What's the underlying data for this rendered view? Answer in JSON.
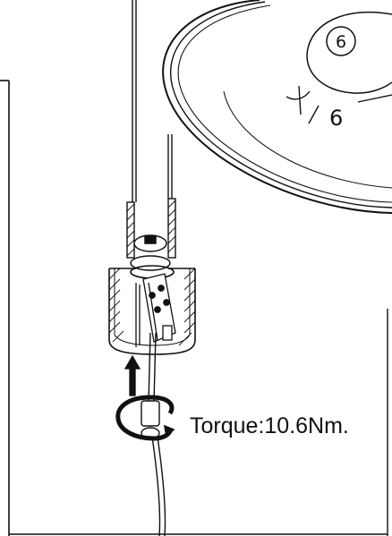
{
  "torque_label": "Torque:10.6Nm.",
  "callout_number": "6",
  "inset_fragment": "6",
  "colors": {
    "line": "#111111",
    "background": "#ffffff"
  },
  "icons": [
    "upward-arrow-icon",
    "rotation-arrow-icon"
  ]
}
